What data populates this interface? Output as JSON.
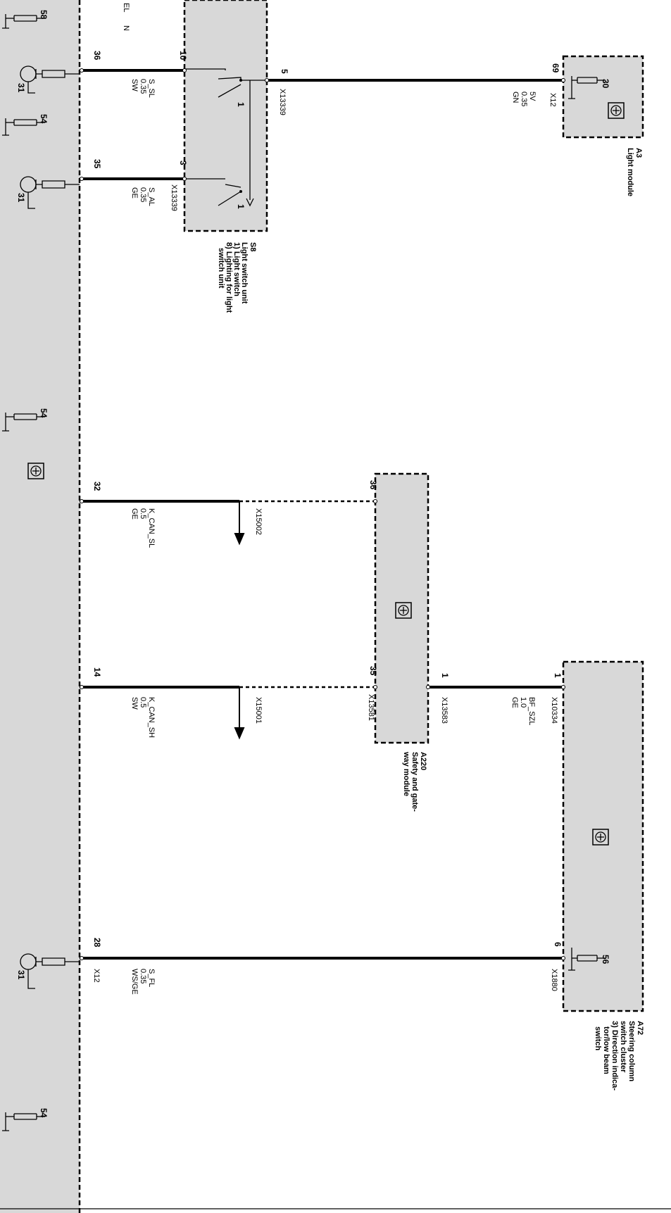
{
  "left_module": {
    "partial_labels": [
      "EL",
      "N"
    ],
    "ground_numbers": [
      "58",
      "54",
      "54",
      "54"
    ],
    "transistor_numbers": [
      "31",
      "31",
      "31"
    ]
  },
  "wires": [
    {
      "pin_left": "36",
      "pin_right": "10",
      "signal": "S_SL",
      "gauge": "0.35",
      "color": "SW"
    },
    {
      "pin_left": "35",
      "pin_right": "3",
      "signal": "S_AL",
      "gauge": "0.35",
      "color": "GE",
      "connector": "X13339"
    },
    {
      "pin_left": "32",
      "pin_right": "36",
      "signal": "K_CAN_SL",
      "gauge": "0.5",
      "color": "GE",
      "connector": "X15002"
    },
    {
      "pin_left": "14",
      "pin_right": "35",
      "signal": "K_CAN_SH",
      "gauge": "0.5",
      "color": "SW",
      "connector": "X15001",
      "connector2": "X13581"
    },
    {
      "pin_left": "28",
      "pin_right": "6",
      "signal": "S_FL",
      "gauge": "0.35",
      "color": "WS/GE",
      "connector": "X12",
      "connector2": "X1880"
    }
  ],
  "switch_s8": {
    "id": "S8",
    "desc": [
      "Light switch unit",
      "1) Light switch",
      "8) Lighting for light",
      "switch unit"
    ],
    "out_pin": "5",
    "out_connector": "X13339",
    "contact_labels": [
      "1",
      "1"
    ]
  },
  "light_module_a3": {
    "id": "A3",
    "name": "Light module",
    "pin": "69",
    "connector": "X12",
    "ground": "30",
    "signal": "5V",
    "gauge": "0.35",
    "color": "GN"
  },
  "gateway_a220": {
    "id": "A220",
    "desc": [
      "Safety and gate-",
      "way module"
    ],
    "pin": "1",
    "connector": "X13583"
  },
  "steering_a72": {
    "id": "A72",
    "desc": [
      "Steering column",
      "switch cluster",
      "3) Direction indica-",
      "tor/low beam",
      "switch"
    ],
    "pin": "1",
    "connector": "X10334",
    "signal": "BF_SZL",
    "gauge": "1.0",
    "color": "GE",
    "ground": "56"
  }
}
